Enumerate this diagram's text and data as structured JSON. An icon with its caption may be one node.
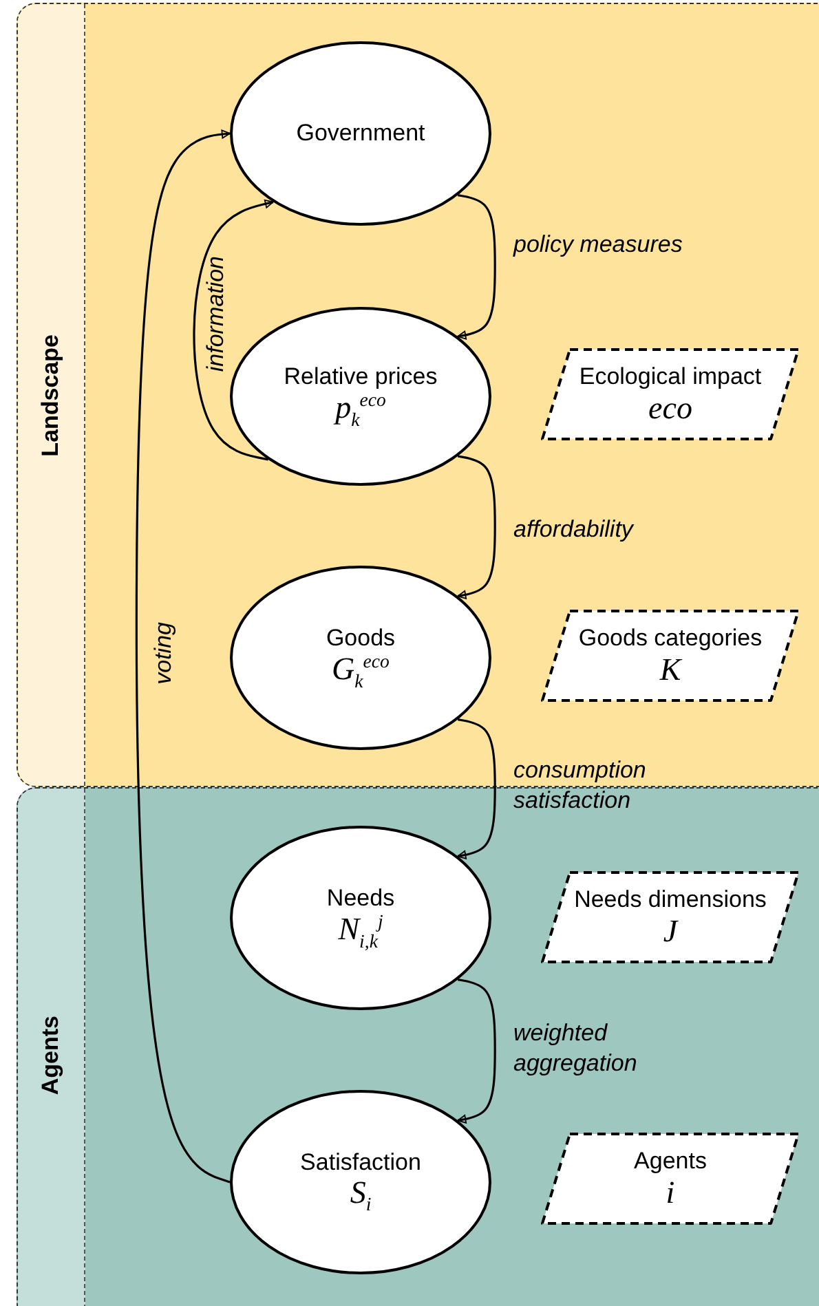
{
  "diagram": {
    "nodes": [
      {
        "text": [
          "Landscape"
        ]
      },
      {
        "text": [
          "Government"
        ],
        "in": 0
      },
      {
        "text": [
          "Relative prices",
          "p$_{k}$$^{eco}$"
        ],
        "in": 0
      },
      {
        "text": [
          "Ecological impact",
          "eco"
        ],
        "in": 0
      },
      {
        "text": [
          "Goods",
          "G$_{k}$$^{eco}$"
        ],
        "in": 0
      },
      {
        "text": [
          "Goods categories",
          "K"
        ],
        "in": 0
      },
      {
        "text": [
          "Agents"
        ]
      },
      {
        "text": [
          "Needs",
          "N$_{i,k}$$^{j}$"
        ],
        "in": 6
      },
      {
        "text": [
          "Needs dimensions",
          "J"
        ],
        "in": 6
      },
      {
        "text": [
          "Satisfaction",
          "S$_{i}$"
        ],
        "in": 6
      },
      {
        "text": [
          "Agents",
          "i"
        ],
        "in": 6
      }
    ],
    "edges": [
      {
        "from": 1,
        "to": 2,
        "arrow": "to",
        "label": "policy measures"
      },
      {
        "from": 2,
        "to": 1,
        "arrow": "to",
        "label": "information"
      },
      {
        "from": 2,
        "to": 4,
        "arrow": "to",
        "label": "affordability"
      },
      {
        "from": 4,
        "to": 7,
        "arrow": "to",
        "label": "consumption satisfaction"
      },
      {
        "from": 7,
        "to": 9,
        "arrow": "to",
        "label": "weighted aggregation"
      },
      {
        "from": 9,
        "to": 1,
        "arrow": "to",
        "label": "voting"
      }
    ]
  }
}
